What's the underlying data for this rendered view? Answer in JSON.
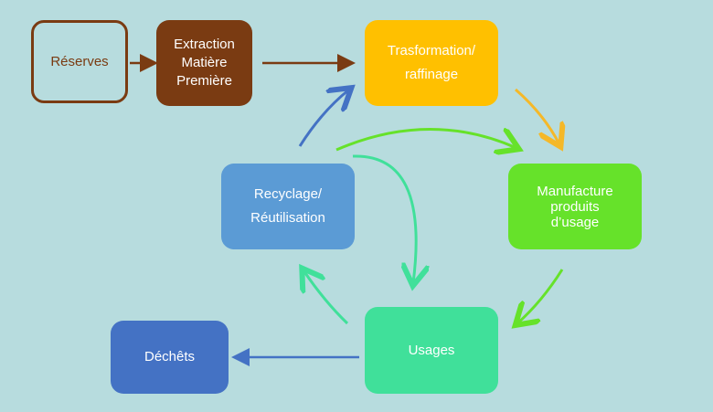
{
  "nodes": {
    "reserves": {
      "label": "Réserves",
      "color": "#7a3b12"
    },
    "extraction": {
      "label": "Extraction\nMatière\nPremière",
      "color": "#7a3b12"
    },
    "transformation": {
      "label": "Trasformation/\nraffinage",
      "color": "#ffc000"
    },
    "manufacture": {
      "label": "Manufacture\nproduits\nd’usage",
      "color": "#66e22a"
    },
    "usages": {
      "label": "Usages",
      "color": "#40e09a"
    },
    "recyclage": {
      "label": "Recyclage/\nRéutilisation",
      "color": "#5b9bd5"
    },
    "dechets": {
      "label": "Déchêts",
      "color": "#4472c4"
    }
  },
  "colors": {
    "background": "#b7dcde",
    "brown": "#7a3b12",
    "yellow": "#f5b828",
    "green": "#66e22a",
    "teal": "#40e09a",
    "blue": "#4472c4"
  }
}
